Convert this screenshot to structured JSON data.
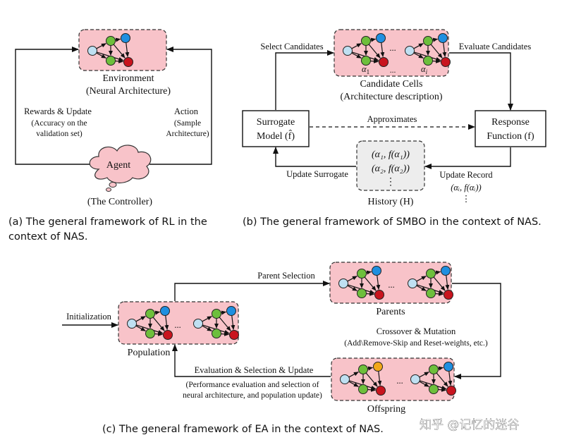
{
  "colors": {
    "box_fill": "#f8c3c9",
    "history_fill": "#ededed",
    "node_input": "#bfe0f2",
    "node_green": "#6dbf3c",
    "node_blue": "#1f8fe0",
    "node_red": "#c8141e",
    "node_orange": "#f2a818"
  },
  "icons": [
    "neural-cell-icon",
    "agent-cloud-icon"
  ],
  "rl": {
    "env_title": "Environment",
    "env_subtitle": "(Neural Architecture)",
    "rewards_title": "Rewards & Update",
    "rewards_line1": "(Accuracy on the",
    "rewards_line2": "validation set)",
    "action_title": "Action",
    "action_line1": "(Sample",
    "action_line2": "Architecture)",
    "agent_label": "Agent",
    "controller_label": "(The Controller)",
    "caption_line1": "(a) The general framework of RL in the",
    "caption_line2": "context of NAS."
  },
  "smbo": {
    "select_label": "Select Candidates",
    "evaluate_label": "Evaluate Candidates",
    "alpha_1": "α",
    "alpha_1_sub": "1",
    "alpha_i": "α",
    "alpha_i_sub": "i",
    "ellipsis": "...",
    "candidate_title": "Candidate Cells",
    "candidate_subtitle": "(Architecture description)",
    "surrogate_line1": "Surrogate",
    "surrogate_line2": "Model (f̂)",
    "approximates_label": "Approximates",
    "response_line1": "Response",
    "response_line2": "Function (f)",
    "history_line1": "(α₁, f(α₁))",
    "history_line2": "(α₂, f(α₂))",
    "history_dots": "⋮",
    "history_label": "History (H)",
    "update_surrogate_label": "Update Surrogate",
    "update_record_label": "Update Record",
    "update_record_pair": "(αᵢ, f(αᵢ))",
    "update_record_dots": "⋮",
    "caption": "(b) The general framework of SMBO in the context of NAS."
  },
  "ea": {
    "initialization_label": "Initialization",
    "population_label": "Population",
    "parent_selection_label": "Parent Selection",
    "parents_label": "Parents",
    "crossover_title": "Crossover & Mutation",
    "crossover_detail": "(Add\\Remove-Skip and Reset-weights, etc.)",
    "evaluation_title": "Evaluation & Selection & Update",
    "evaluation_line1": "(Performance evaluation and selection of",
    "evaluation_line2": "neural architecture, and population update)",
    "offspring_label": "Offspring",
    "ellipsis": "...",
    "caption": "(c) The general framework of EA in the context of NAS."
  },
  "watermark": "知乎 @记忆的迷谷"
}
